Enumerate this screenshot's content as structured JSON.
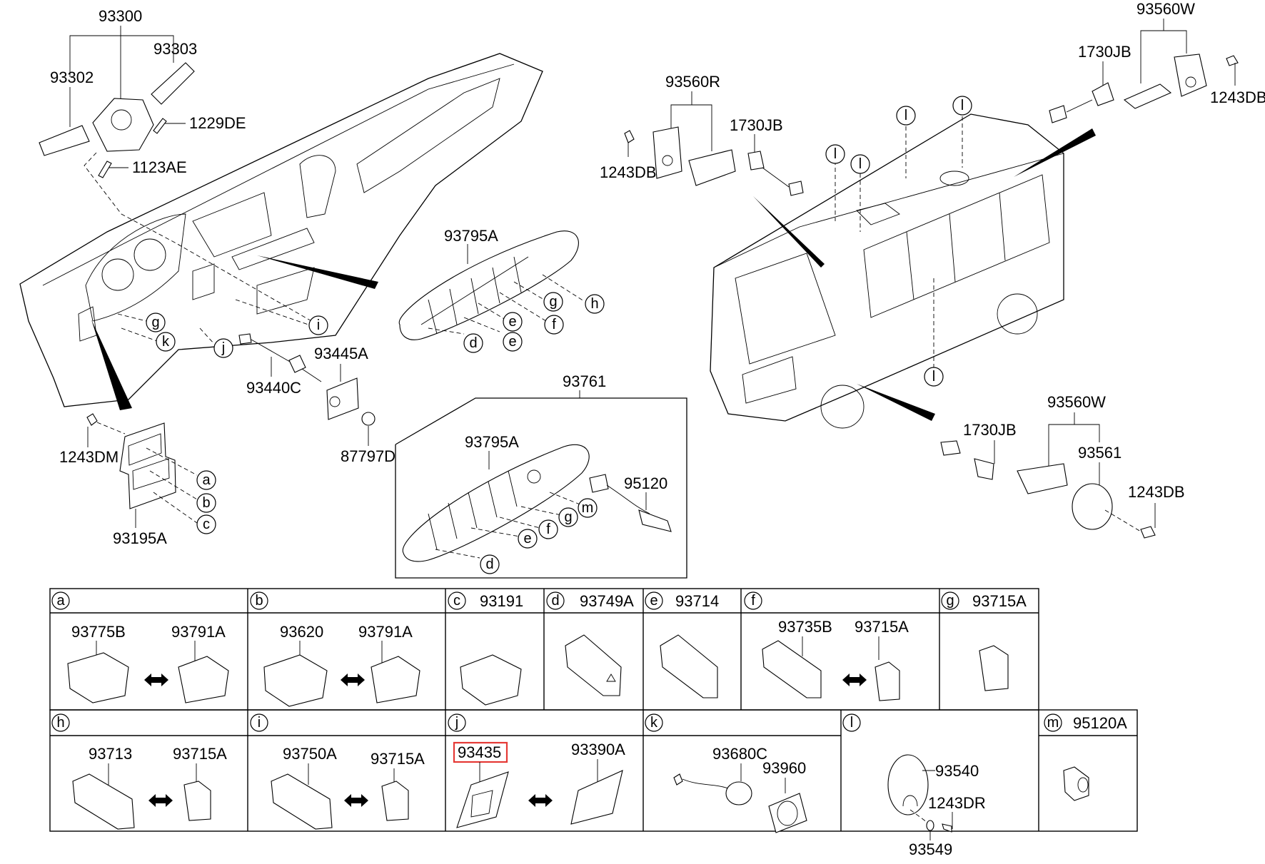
{
  "diagram": {
    "title": "Switch / Lamp parts diagram",
    "highlight_color": "#e53935",
    "upper_labels": {
      "p93300": "93300",
      "p93302": "93302",
      "p93303": "93303",
      "p1229DE": "1229DE",
      "p1123AE": "1123AE",
      "p1243DM": "1243DM",
      "p93195A": "93195A",
      "p93440C": "93440C",
      "p93445A": "93445A",
      "p87797D": "87797D",
      "p93795A_top": "93795A",
      "p93761": "93761",
      "p93795A_box": "93795A",
      "p95120": "95120",
      "p93560R": "93560R",
      "p1730JB_r": "1730JB",
      "p1243DB_r": "1243DB",
      "p93560W_top": "93560W",
      "p1730JB_top": "1730JB",
      "p1243DB_top": "1243DB",
      "p93560W_bot": "93560W",
      "p1730JB_bot": "1730JB",
      "p93561": "93561",
      "p1243DB_bot": "1243DB"
    },
    "callouts": {
      "dash_g": "g",
      "dash_k": "k",
      "dash_i": "i",
      "dash_j": "j",
      "bezel_d": "d",
      "bezel_e1": "e",
      "bezel_e2": "e",
      "bezel_f": "f",
      "bezel_g": "g",
      "bezel_h": "h",
      "bracket_a": "a",
      "bracket_b": "b",
      "bracket_c": "c",
      "box_d": "d",
      "box_e": "e",
      "box_f": "f",
      "box_g": "g",
      "box_m": "m",
      "bus_l1": "l",
      "bus_l2": "l",
      "bus_l3": "l",
      "bus_l4": "l",
      "bus_l5": "l"
    },
    "table": {
      "row1": [
        {
          "key": "a",
          "header_part": "",
          "parts": [
            "93775B",
            "93791A"
          ],
          "interchangeable": true
        },
        {
          "key": "b",
          "header_part": "",
          "parts": [
            "93620",
            "93791A"
          ],
          "interchangeable": true
        },
        {
          "key": "c",
          "header_part": "93191",
          "parts": [],
          "interchangeable": false
        },
        {
          "key": "d",
          "header_part": "93749A",
          "parts": [],
          "interchangeable": false
        },
        {
          "key": "e",
          "header_part": "93714",
          "parts": [],
          "interchangeable": false
        },
        {
          "key": "f",
          "header_part": "",
          "parts": [
            "93735B",
            "93715A"
          ],
          "interchangeable": true
        },
        {
          "key": "g",
          "header_part": "93715A",
          "parts": [],
          "interchangeable": false
        }
      ],
      "row2": [
        {
          "key": "h",
          "header_part": "",
          "parts": [
            "93713",
            "93715A"
          ],
          "interchangeable": true
        },
        {
          "key": "i",
          "header_part": "",
          "parts": [
            "93750A",
            "93715A"
          ],
          "interchangeable": true
        },
        {
          "key": "j",
          "header_part": "",
          "parts": [
            "93435",
            "93390A"
          ],
          "interchangeable": true,
          "highlighted_part": "93435"
        },
        {
          "key": "k",
          "header_part": "",
          "parts": [
            "93680C",
            "93960"
          ],
          "interchangeable": false
        },
        {
          "key": "l",
          "header_part": "",
          "parts": [
            "93540",
            "1243DR",
            "93549"
          ],
          "interchangeable": false
        },
        {
          "key": "m",
          "header_part": "95120A",
          "parts": [],
          "interchangeable": false
        }
      ]
    }
  }
}
